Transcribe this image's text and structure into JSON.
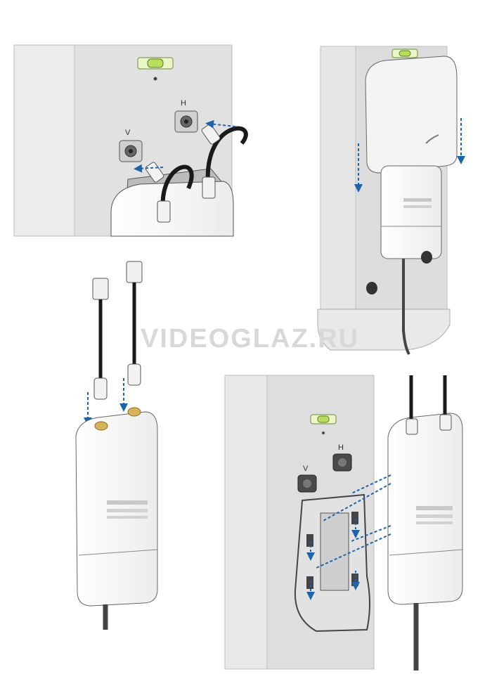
{
  "panels": {
    "top_left": {
      "port_labels": [
        "V",
        "H"
      ]
    },
    "bottom_right": {
      "port_labels": [
        "V",
        "H"
      ]
    }
  },
  "watermark": "VIDEOGLAZ.RU",
  "colors": {
    "pole_light": "#e9e9e9",
    "pole_mid": "#dcdcdc",
    "pole_dark": "#cfcfcf",
    "device_white": "#fafafa",
    "cable_black": "#1a1a1a",
    "guide_blue": "#1f63a8",
    "gold": "#d7b25a",
    "level_green": "#b7df5b"
  }
}
